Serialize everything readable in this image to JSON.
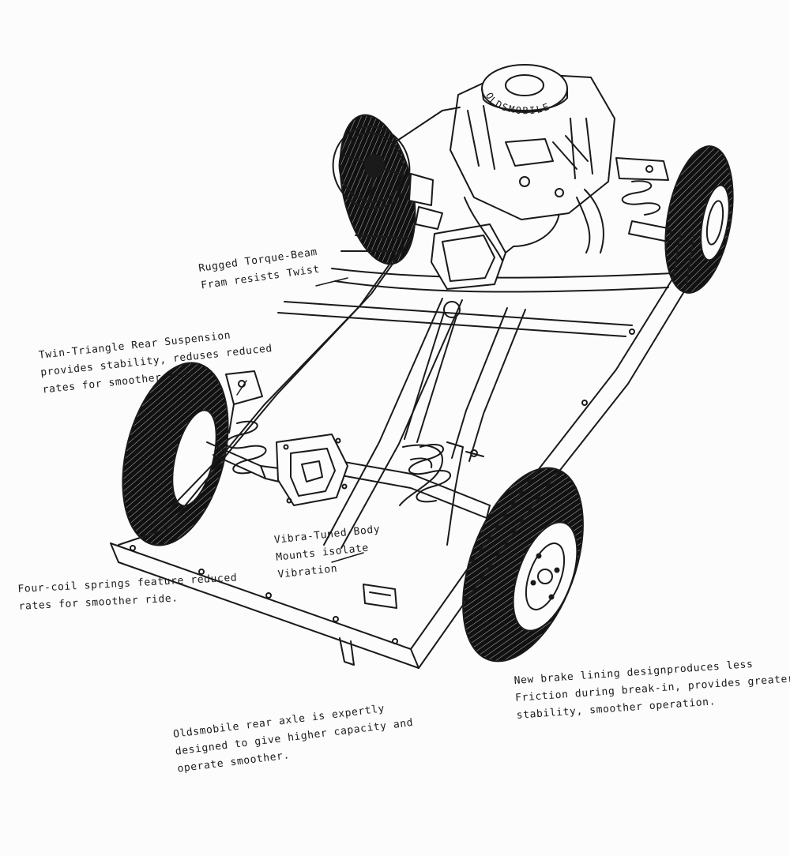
{
  "annotations": {
    "torque_beam": [
      "Rugged Torque-Beam",
      "Fram resists Twist"
    ],
    "twin_triangle": [
      "Twin-Triangle Rear Suspension",
      "provides stability, reduses reduced",
      "rates for smoother ride"
    ],
    "four_coil": [
      "Four-coil springs feature reduced",
      "rates for smoother ride."
    ],
    "vibra_tuned": [
      "Vibra-Tuned Body",
      "Mounts isolate",
      "Vibration"
    ],
    "brake_lining": [
      "New brake lining designproduces less",
      "Friction during break-in, provides greater",
      "stability, smoother operation."
    ],
    "rear_axle": [
      "Oldsmobile rear axle is expertly",
      "designed to give higher capacity and",
      "operate smoother."
    ]
  },
  "engine": {
    "air_cleaner_label": "OLDSMOBILE"
  },
  "colors": {
    "ink": "#1a1a1a",
    "paper": "#fcfcfc",
    "tire_fill": "#111111"
  }
}
